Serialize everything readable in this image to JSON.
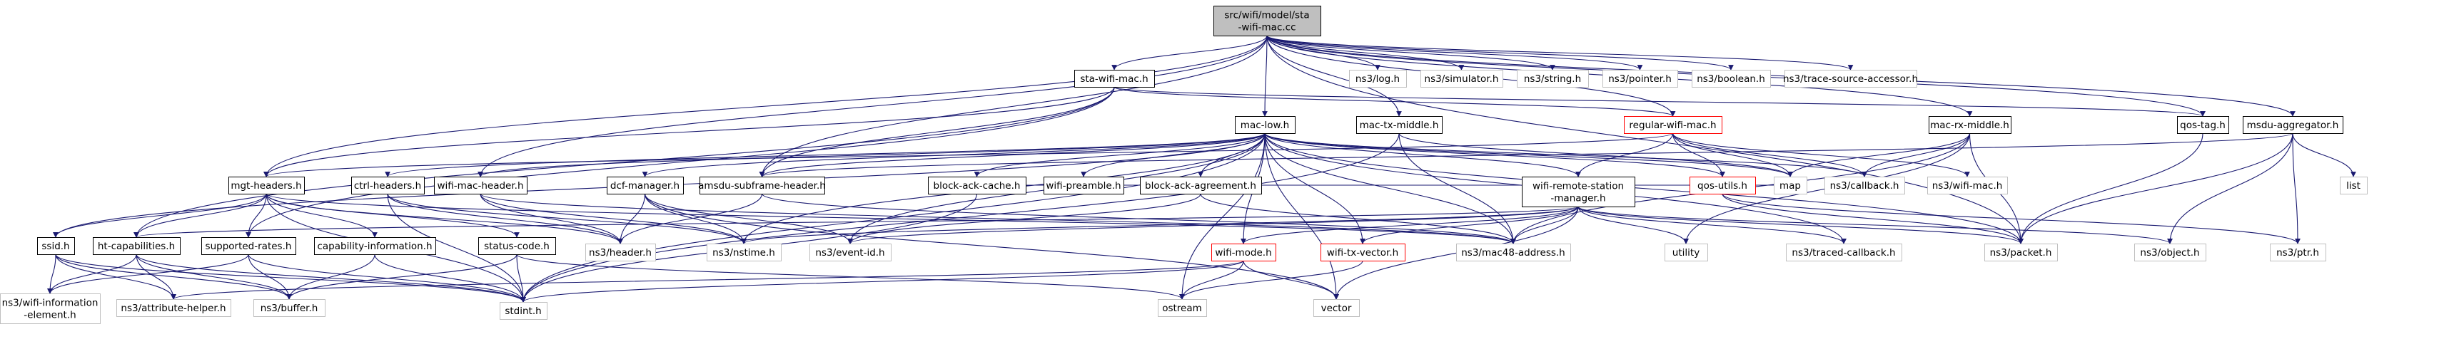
{
  "diagram": {
    "colors": {
      "edge": "#191970",
      "root_fill": "#bfbfbf",
      "root_border": "#000000",
      "documented_border": "#000000",
      "undocumented_border": "#bfbfbf",
      "red_border": "#ff0000",
      "node_fill": "#ffffff",
      "text": "#000000"
    },
    "nodes": [
      {
        "id": "root",
        "lines": [
          "src/wifi/model/sta",
          "-wifi-mac.cc"
        ],
        "style": "root"
      },
      {
        "id": "sta_wifi_mac",
        "lines": [
          "sta-wifi-mac.h"
        ],
        "style": "documented"
      },
      {
        "id": "log",
        "lines": [
          "ns3/log.h"
        ],
        "style": "undocumented"
      },
      {
        "id": "simulator",
        "lines": [
          "ns3/simulator.h"
        ],
        "style": "undocumented"
      },
      {
        "id": "string",
        "lines": [
          "ns3/string.h"
        ],
        "style": "undocumented"
      },
      {
        "id": "pointer",
        "lines": [
          "ns3/pointer.h"
        ],
        "style": "undocumented"
      },
      {
        "id": "boolean",
        "lines": [
          "ns3/boolean.h"
        ],
        "style": "undocumented"
      },
      {
        "id": "trace_source",
        "lines": [
          "ns3/trace-source-accessor.h"
        ],
        "style": "undocumented"
      },
      {
        "id": "mac_low",
        "lines": [
          "mac-low.h"
        ],
        "style": "documented"
      },
      {
        "id": "mac_tx_middle",
        "lines": [
          "mac-tx-middle.h"
        ],
        "style": "documented"
      },
      {
        "id": "regular_wifi_mac",
        "lines": [
          "regular-wifi-mac.h"
        ],
        "style": "red"
      },
      {
        "id": "mac_rx_middle",
        "lines": [
          "mac-rx-middle.h"
        ],
        "style": "documented"
      },
      {
        "id": "qos_tag",
        "lines": [
          "qos-tag.h"
        ],
        "style": "documented"
      },
      {
        "id": "msdu_aggregator",
        "lines": [
          "msdu-aggregator.h"
        ],
        "style": "documented"
      },
      {
        "id": "mgt_headers",
        "lines": [
          "mgt-headers.h"
        ],
        "style": "documented"
      },
      {
        "id": "ctrl_headers",
        "lines": [
          "ctrl-headers.h"
        ],
        "style": "documented"
      },
      {
        "id": "wifi_mac_header",
        "lines": [
          "wifi-mac-header.h"
        ],
        "style": "documented"
      },
      {
        "id": "dcf_manager",
        "lines": [
          "dcf-manager.h"
        ],
        "style": "documented"
      },
      {
        "id": "amsdu_subframe",
        "lines": [
          "amsdu-subframe-header.h"
        ],
        "style": "documented"
      },
      {
        "id": "block_ack_cache",
        "lines": [
          "block-ack-cache.h"
        ],
        "style": "documented"
      },
      {
        "id": "wifi_preamble",
        "lines": [
          "wifi-preamble.h"
        ],
        "style": "documented"
      },
      {
        "id": "block_ack_agreement",
        "lines": [
          "block-ack-agreement.h"
        ],
        "style": "documented"
      },
      {
        "id": "wifi_remote_station",
        "lines": [
          "wifi-remote-station",
          "-manager.h"
        ],
        "style": "documented"
      },
      {
        "id": "qos_utils",
        "lines": [
          "qos-utils.h"
        ],
        "style": "red"
      },
      {
        "id": "map",
        "lines": [
          "map"
        ],
        "style": "undocumented"
      },
      {
        "id": "callback",
        "lines": [
          "ns3/callback.h"
        ],
        "style": "undocumented"
      },
      {
        "id": "wifi_mac_ns3",
        "lines": [
          "ns3/wifi-mac.h"
        ],
        "style": "undocumented"
      },
      {
        "id": "list",
        "lines": [
          "list"
        ],
        "style": "undocumented"
      },
      {
        "id": "ssid",
        "lines": [
          "ssid.h"
        ],
        "style": "documented"
      },
      {
        "id": "ht_capabilities",
        "lines": [
          "ht-capabilities.h"
        ],
        "style": "documented"
      },
      {
        "id": "supported_rates",
        "lines": [
          "supported-rates.h"
        ],
        "style": "documented"
      },
      {
        "id": "capability_info",
        "lines": [
          "capability-information.h"
        ],
        "style": "documented"
      },
      {
        "id": "status_code",
        "lines": [
          "status-code.h"
        ],
        "style": "documented"
      },
      {
        "id": "header",
        "lines": [
          "ns3/header.h"
        ],
        "style": "undocumented"
      },
      {
        "id": "nstime",
        "lines": [
          "ns3/nstime.h"
        ],
        "style": "undocumented"
      },
      {
        "id": "event_id",
        "lines": [
          "ns3/event-id.h"
        ],
        "style": "undocumented"
      },
      {
        "id": "wifi_mode",
        "lines": [
          "wifi-mode.h"
        ],
        "style": "red"
      },
      {
        "id": "wifi_tx_vector",
        "lines": [
          "wifi-tx-vector.h"
        ],
        "style": "red"
      },
      {
        "id": "mac48",
        "lines": [
          "ns3/mac48-address.h"
        ],
        "style": "undocumented"
      },
      {
        "id": "utility",
        "lines": [
          "utility"
        ],
        "style": "undocumented"
      },
      {
        "id": "traced_callback",
        "lines": [
          "ns3/traced-callback.h"
        ],
        "style": "undocumented"
      },
      {
        "id": "packet",
        "lines": [
          "ns3/packet.h"
        ],
        "style": "undocumented"
      },
      {
        "id": "object",
        "lines": [
          "ns3/object.h"
        ],
        "style": "undocumented"
      },
      {
        "id": "ptr",
        "lines": [
          "ns3/ptr.h"
        ],
        "style": "undocumented"
      },
      {
        "id": "wifi_info_element",
        "lines": [
          "ns3/wifi-information",
          "-element.h"
        ],
        "style": "undocumented"
      },
      {
        "id": "attribute_helper",
        "lines": [
          "ns3/attribute-helper.h"
        ],
        "style": "undocumented"
      },
      {
        "id": "buffer",
        "lines": [
          "ns3/buffer.h"
        ],
        "style": "undocumented"
      },
      {
        "id": "stdint",
        "lines": [
          "stdint.h"
        ],
        "style": "undocumented"
      },
      {
        "id": "ostream",
        "lines": [
          "ostream"
        ],
        "style": "undocumented"
      },
      {
        "id": "vector",
        "lines": [
          "vector"
        ],
        "style": "undocumented"
      }
    ],
    "edges": [
      [
        "root",
        "sta_wifi_mac"
      ],
      [
        "root",
        "log"
      ],
      [
        "root",
        "simulator"
      ],
      [
        "root",
        "string"
      ],
      [
        "root",
        "pointer"
      ],
      [
        "root",
        "boolean"
      ],
      [
        "root",
        "trace_source"
      ],
      [
        "root",
        "mac_low"
      ],
      [
        "root",
        "mac_tx_middle"
      ],
      [
        "root",
        "regular_wifi_mac"
      ],
      [
        "root",
        "mac_rx_middle"
      ],
      [
        "root",
        "qos_tag"
      ],
      [
        "root",
        "msdu_aggregator"
      ],
      [
        "root",
        "mgt_headers"
      ],
      [
        "root",
        "wifi_mac_header"
      ],
      [
        "root",
        "amsdu_subframe"
      ],
      [
        "root",
        "packet"
      ],
      [
        "sta_wifi_mac",
        "regular_wifi_mac"
      ],
      [
        "sta_wifi_mac",
        "mgt_headers"
      ],
      [
        "sta_wifi_mac",
        "supported_rates"
      ],
      [
        "sta_wifi_mac",
        "amsdu_subframe"
      ],
      [
        "sta_wifi_mac",
        "ht_capabilities"
      ],
      [
        "sta_wifi_mac",
        "qos_tag"
      ],
      [
        "mac_low",
        "ctrl_headers"
      ],
      [
        "mac_low",
        "wifi_mac_header"
      ],
      [
        "mac_low",
        "dcf_manager"
      ],
      [
        "mac_low",
        "amsdu_subframe"
      ],
      [
        "mac_low",
        "block_ack_cache"
      ],
      [
        "mac_low",
        "wifi_preamble"
      ],
      [
        "mac_low",
        "block_ack_agreement"
      ],
      [
        "mac_low",
        "wifi_remote_station"
      ],
      [
        "mac_low",
        "qos_utils"
      ],
      [
        "mac_low",
        "map"
      ],
      [
        "mac_low",
        "callback"
      ],
      [
        "mac_low",
        "wifi_mode"
      ],
      [
        "mac_low",
        "wifi_tx_vector"
      ],
      [
        "mac_low",
        "mac48"
      ],
      [
        "mac_low",
        "nstime"
      ],
      [
        "mac_low",
        "event_id"
      ],
      [
        "mac_low",
        "packet"
      ],
      [
        "mac_low",
        "traced_callback"
      ],
      [
        "mac_low",
        "vector"
      ],
      [
        "mac_low",
        "ostream"
      ],
      [
        "mac_low",
        "ssid"
      ],
      [
        "mac_low",
        "stdint"
      ],
      [
        "mac_tx_middle",
        "map"
      ],
      [
        "mac_tx_middle",
        "mac48"
      ],
      [
        "mac_tx_middle",
        "stdint"
      ],
      [
        "regular_wifi_mac",
        "wifi_remote_station"
      ],
      [
        "regular_wifi_mac",
        "qos_utils"
      ],
      [
        "regular_wifi_mac",
        "map"
      ],
      [
        "regular_wifi_mac",
        "callback"
      ],
      [
        "regular_wifi_mac",
        "wifi_mac_ns3"
      ],
      [
        "regular_wifi_mac",
        "mgt_headers"
      ],
      [
        "mac_rx_middle",
        "map"
      ],
      [
        "mac_rx_middle",
        "callback"
      ],
      [
        "mac_rx_middle",
        "packet"
      ],
      [
        "mac_rx_middle",
        "mac48"
      ],
      [
        "mac_rx_middle",
        "utility"
      ],
      [
        "qos_tag",
        "packet"
      ],
      [
        "msdu_aggregator",
        "list"
      ],
      [
        "msdu_aggregator",
        "packet"
      ],
      [
        "msdu_aggregator",
        "object"
      ],
      [
        "msdu_aggregator",
        "ptr"
      ],
      [
        "msdu_aggregator",
        "amsdu_subframe"
      ],
      [
        "mgt_headers",
        "ssid"
      ],
      [
        "mgt_headers",
        "ht_capabilities"
      ],
      [
        "mgt_headers",
        "supported_rates"
      ],
      [
        "mgt_headers",
        "capability_info"
      ],
      [
        "mgt_headers",
        "status_code"
      ],
      [
        "mgt_headers",
        "header"
      ],
      [
        "mgt_headers",
        "mac48"
      ],
      [
        "mgt_headers",
        "stdint"
      ],
      [
        "ctrl_headers",
        "header"
      ],
      [
        "ctrl_headers",
        "nstime"
      ],
      [
        "ctrl_headers",
        "stdint"
      ],
      [
        "wifi_mac_header",
        "header"
      ],
      [
        "wifi_mac_header",
        "nstime"
      ],
      [
        "wifi_mac_header",
        "mac48"
      ],
      [
        "dcf_manager",
        "header"
      ],
      [
        "dcf_manager",
        "nstime"
      ],
      [
        "dcf_manager",
        "event_id"
      ],
      [
        "dcf_manager",
        "vector"
      ],
      [
        "amsdu_subframe",
        "header"
      ],
      [
        "amsdu_subframe",
        "mac48"
      ],
      [
        "block_ack_cache",
        "stdint"
      ],
      [
        "block_ack_cache",
        "map"
      ],
      [
        "block_ack_agreement",
        "mac48"
      ],
      [
        "block_ack_agreement",
        "event_id"
      ],
      [
        "wifi_remote_station",
        "mac48"
      ],
      [
        "wifi_remote_station",
        "traced_callback"
      ],
      [
        "wifi_remote_station",
        "packet"
      ],
      [
        "wifi_remote_station",
        "object"
      ],
      [
        "wifi_remote_station",
        "utility"
      ],
      [
        "wifi_remote_station",
        "vector"
      ],
      [
        "wifi_remote_station",
        "wifi_mode"
      ],
      [
        "wifi_remote_station",
        "wifi_tx_vector"
      ],
      [
        "wifi_remote_station",
        "ht_capabilities"
      ],
      [
        "wifi_remote_station",
        "nstime"
      ],
      [
        "wifi_remote_station",
        "event_id"
      ],
      [
        "qos_utils",
        "packet"
      ],
      [
        "qos_utils",
        "ptr"
      ],
      [
        "ssid",
        "wifi_info_element"
      ],
      [
        "ssid",
        "attribute_helper"
      ],
      [
        "ssid",
        "buffer"
      ],
      [
        "ssid",
        "stdint"
      ],
      [
        "ht_capabilities",
        "wifi_info_element"
      ],
      [
        "ht_capabilities",
        "attribute_helper"
      ],
      [
        "ht_capabilities",
        "buffer"
      ],
      [
        "ht_capabilities",
        "stdint"
      ],
      [
        "supported_rates",
        "wifi_info_element"
      ],
      [
        "supported_rates",
        "buffer"
      ],
      [
        "supported_rates",
        "stdint"
      ],
      [
        "capability_info",
        "buffer"
      ],
      [
        "capability_info",
        "stdint"
      ],
      [
        "status_code",
        "buffer"
      ],
      [
        "status_code",
        "stdint"
      ],
      [
        "status_code",
        "ostream"
      ],
      [
        "wifi_mode",
        "stdint"
      ],
      [
        "wifi_mode",
        "attribute_helper"
      ],
      [
        "wifi_mode",
        "vector"
      ],
      [
        "wifi_mode",
        "ostream"
      ],
      [
        "wifi_tx_vector",
        "ostream"
      ]
    ]
  }
}
